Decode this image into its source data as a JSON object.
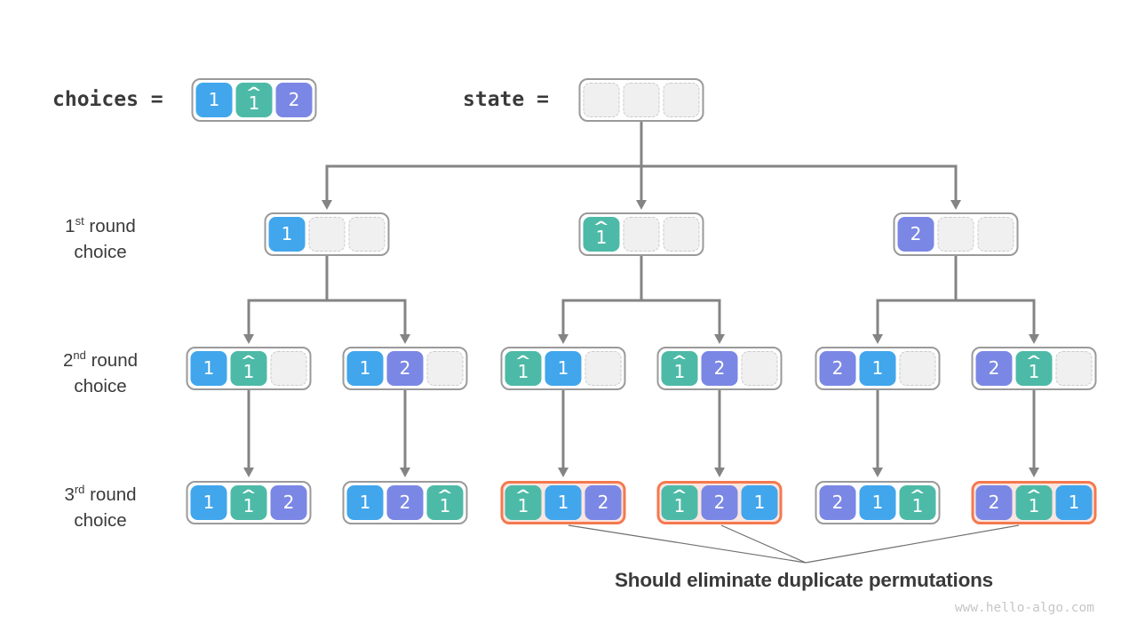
{
  "header": {
    "choices_text": "choices =",
    "state_text": "state ="
  },
  "hat_glyph": "^",
  "rows": [
    {
      "ordinal": "1",
      "suffix": "st",
      "rest": " round",
      "line2": "choice"
    },
    {
      "ordinal": "2",
      "suffix": "nd",
      "rest": " round",
      "line2": "choice"
    },
    {
      "ordinal": "3",
      "suffix": "rd",
      "rest": " round",
      "line2": "choice"
    }
  ],
  "arrays": {
    "choices": {
      "cells": [
        "1",
        "1h",
        "2"
      ]
    },
    "state": {
      "cells": [
        "",
        "",
        ""
      ]
    }
  },
  "tree": {
    "round1": [
      {
        "cells": [
          "1",
          "",
          ""
        ]
      },
      {
        "cells": [
          "1h",
          "",
          ""
        ]
      },
      {
        "cells": [
          "2",
          "",
          ""
        ]
      }
    ],
    "round2": [
      {
        "cells": [
          "1",
          "1h",
          ""
        ]
      },
      {
        "cells": [
          "1",
          "2",
          ""
        ]
      },
      {
        "cells": [
          "1h",
          "1",
          ""
        ]
      },
      {
        "cells": [
          "1h",
          "2",
          ""
        ]
      },
      {
        "cells": [
          "2",
          "1",
          ""
        ]
      },
      {
        "cells": [
          "2",
          "1h",
          ""
        ]
      }
    ],
    "round3": [
      {
        "cells": [
          "1",
          "1h",
          "2"
        ]
      },
      {
        "cells": [
          "1",
          "2",
          "1h"
        ]
      },
      {
        "cells": [
          "1h",
          "1",
          "2"
        ],
        "duplicate": true
      },
      {
        "cells": [
          "1h",
          "2",
          "1"
        ],
        "duplicate": true
      },
      {
        "cells": [
          "2",
          "1",
          "1h"
        ]
      },
      {
        "cells": [
          "2",
          "1h",
          "1"
        ],
        "duplicate": true
      }
    ]
  },
  "callout_text": "Should eliminate duplicate permutations",
  "watermark": "www.hello-algo.com",
  "cell_color_map": {
    "1": "blue",
    "1h": "teal",
    "2": "purple"
  },
  "colors": {
    "blue": "#41a6ec",
    "teal": "#4dbaa7",
    "purple": "#7b87e4",
    "orange": "#f4794e",
    "pink": "#fbe5e0",
    "gray_border": "#9a9a9a",
    "empty_fill": "#f0f0f0",
    "empty_border": "#c9c9c9",
    "arrow": "#848484",
    "callout_line": "#6f6f6f",
    "text": "#3a3a3a",
    "watermark_color": "#c6c6c6"
  }
}
